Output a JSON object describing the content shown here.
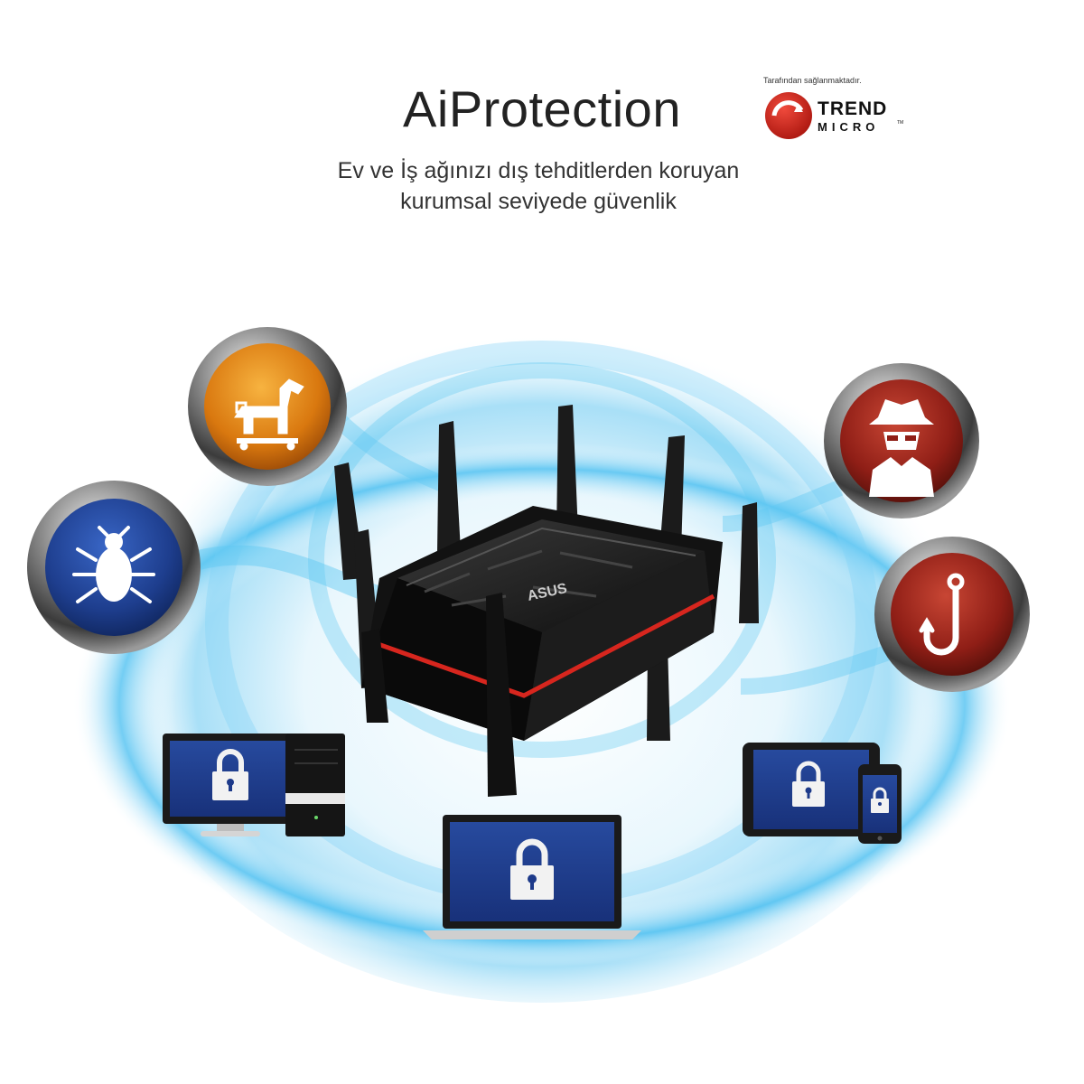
{
  "header": {
    "title": "AiProtection",
    "subtitle_line1": "Ev ve İş ağınızı dış tehditlerden koruyan",
    "subtitle_line2": "kurumsal seviyede güvenlik",
    "provided_by": "Tarafından sağlanmaktadır.",
    "brand_line1": "TREND",
    "brand_line2": "MICRO",
    "trademark": "TM"
  },
  "router": {
    "brand": "ASUS"
  },
  "threats": [
    {
      "icon": "trojan-horse-icon",
      "color": "#e8871b"
    },
    {
      "icon": "bug-icon",
      "color": "#1f3f8f"
    },
    {
      "icon": "hacker-spy-icon",
      "color": "#8f1e16"
    },
    {
      "icon": "phishing-hook-icon",
      "color": "#8f1e16"
    }
  ],
  "devices": [
    {
      "icon": "desktop-pc-icon"
    },
    {
      "icon": "laptop-icon"
    },
    {
      "icon": "tablet-icon"
    },
    {
      "icon": "smartphone-icon"
    }
  ],
  "colors": {
    "shield_glow": "#5ec8f2",
    "screen_blue": "#1d3a8a",
    "brand_red": "#d7261e"
  }
}
